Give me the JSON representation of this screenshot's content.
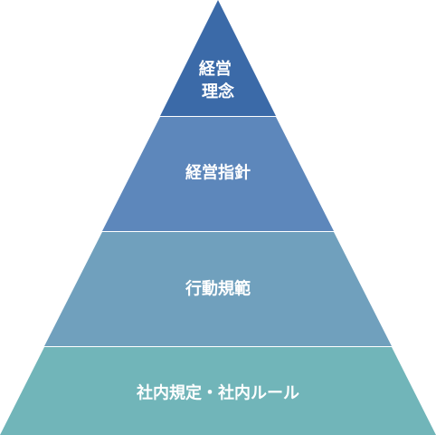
{
  "tiers": [
    {
      "lines": [
        "経営",
        "理念"
      ],
      "color": "#3b6aa8"
    },
    {
      "lines": [
        "経営指針"
      ],
      "color": "#5d87bb"
    },
    {
      "lines": [
        "行動規範"
      ],
      "color": "#70a0bd"
    },
    {
      "lines": [
        "社内規定・社内ルール"
      ],
      "color": "#71b5b9"
    }
  ]
}
